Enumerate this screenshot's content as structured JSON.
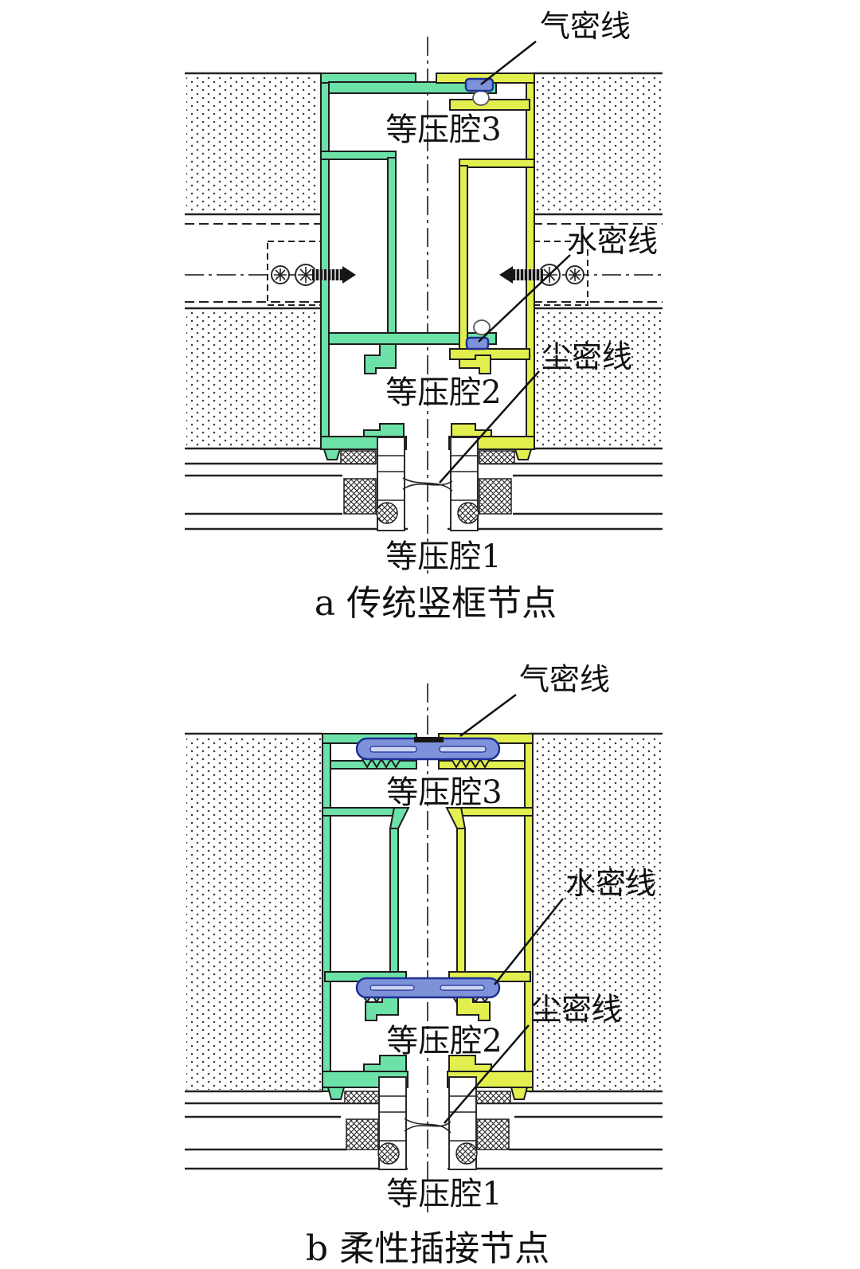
{
  "figure_a": {
    "caption": "a 传统竖框节点",
    "label_airtight": "气密线",
    "label_watertight": "水密线",
    "label_dusttight": "尘密线",
    "chamber3": "等压腔3",
    "chamber2": "等压腔2",
    "chamber1": "等压腔1"
  },
  "figure_b": {
    "caption": "b 柔性插接节点",
    "label_airtight": "气密线",
    "label_watertight": "水密线",
    "label_dusttight": "尘密线",
    "chamber3": "等压腔3",
    "chamber2": "等压腔2",
    "chamber1": "等压腔1"
  },
  "colors": {
    "mullion_left_green": "#6ce2a9",
    "mullion_right_yellow": "#e2ef4f",
    "gasket_blue": "#7e92da",
    "gasket_blue_outline": "#1f2f96",
    "line_black": "#222222"
  }
}
